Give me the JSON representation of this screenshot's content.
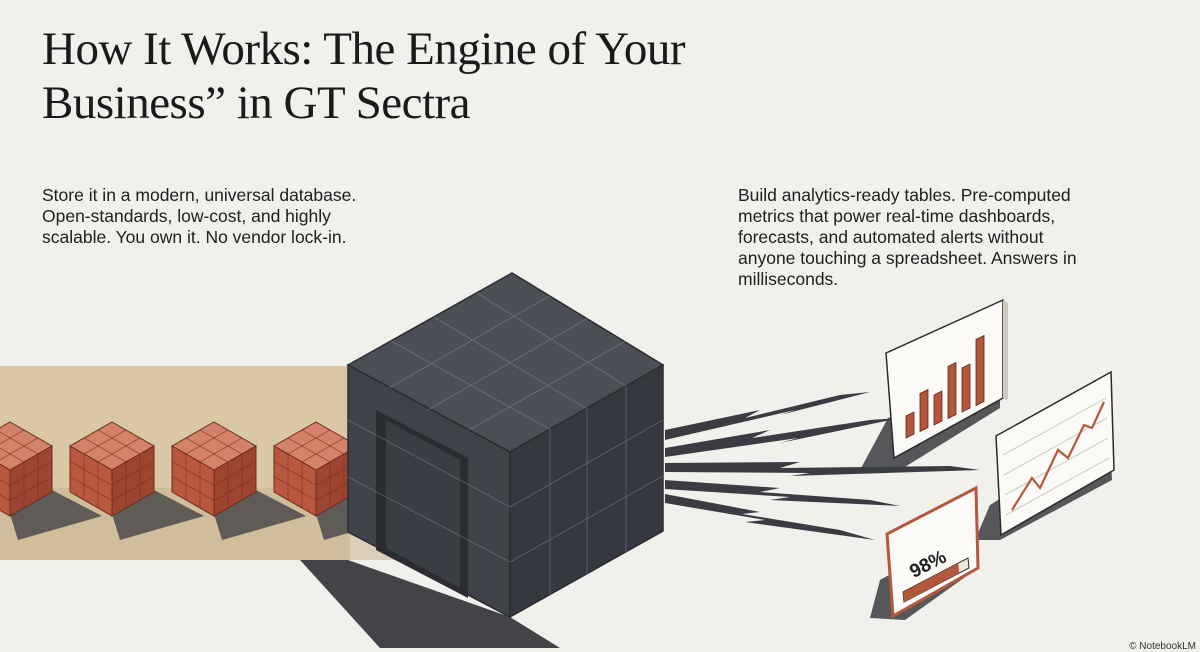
{
  "title": {
    "line1": "How It Works: The Engine of Your",
    "line2": "Business” in GT Sectra"
  },
  "left_text": {
    "line1": "Store it in a modern, universal database.",
    "line2": "Open-standards, low-cost, and highly",
    "line3": "scalable. You own it. No vendor lock-in."
  },
  "right_text": {
    "line1": "Build analytics-ready tables. Pre-computed",
    "line2": "metrics that power real-time dashboards,",
    "line3": "forecasts, and automated alerts without",
    "line4": "anyone touching a spreadsheet. Answers in",
    "line5": "milliseconds."
  },
  "kpi_card": {
    "value": "98%",
    "progress": 0.85
  },
  "credit": "© NotebookLM",
  "colors": {
    "background": "#f1f0ec",
    "conveyor": "#d9c7a6",
    "cube_top": "#d4826a",
    "cube_left": "#b9573f",
    "cube_right": "#9d4530",
    "engine_top": "#4a4d54",
    "engine_left": "#3d4047",
    "engine_right": "#33363c",
    "accent": "#b4583d"
  },
  "icons": [
    "data-cube",
    "engine-block",
    "bar-chart",
    "line-chart",
    "kpi-gauge",
    "lightning-bolt"
  ]
}
